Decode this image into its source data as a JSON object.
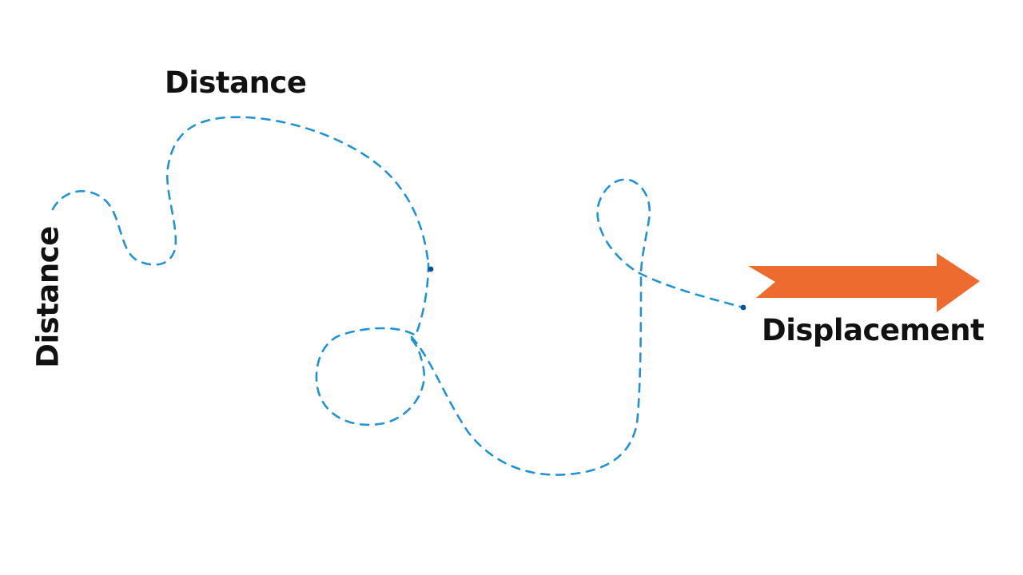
{
  "labels": {
    "distance_top": "Distance",
    "distance_side": "Distance",
    "displacement": "Displacement"
  },
  "colors": {
    "path": "#1f93d6",
    "arrow": "#ee6b2f",
    "point": "#0a4f8f",
    "text": "#111111"
  }
}
